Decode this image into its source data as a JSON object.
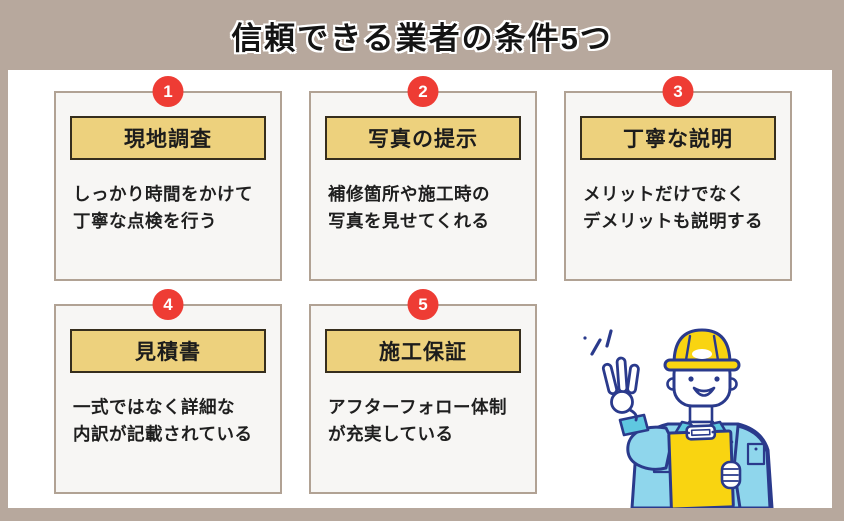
{
  "page": {
    "title": "信頼できる業者の条件5つ",
    "background_color": "#b7a89d",
    "panel_color": "#ffffff",
    "card_background": "#f7f6f4",
    "card_border": "#b1a294",
    "badge_color": "#ee3c34",
    "title_box_color": "#edd17d"
  },
  "cards": [
    {
      "number": "1",
      "title": "現地調査",
      "description": "しっかり時間をかけて\n丁寧な点検を行う"
    },
    {
      "number": "2",
      "title": "写真の提示",
      "description": "補修箇所や施工時の\n写真を見せてくれる"
    },
    {
      "number": "3",
      "title": "丁寧な説明",
      "description": "メリットだけでなく\nデメリットも説明する"
    },
    {
      "number": "4",
      "title": "見積書",
      "description": "一式ではなく詳細な\n内訳が記載されている"
    },
    {
      "number": "5",
      "title": "施工保証",
      "description": "アフターフォロー体制\nが充実している"
    }
  ],
  "illustration": {
    "name": "construction-worker-ok-sign-with-clipboard",
    "colors": {
      "outline": "#2a3a8c",
      "jacket": "#8fd6ec",
      "collar": "#5fc8e0",
      "hat": "#f9d411",
      "clipboard": "#f9d411",
      "skin": "#ffffff"
    }
  }
}
